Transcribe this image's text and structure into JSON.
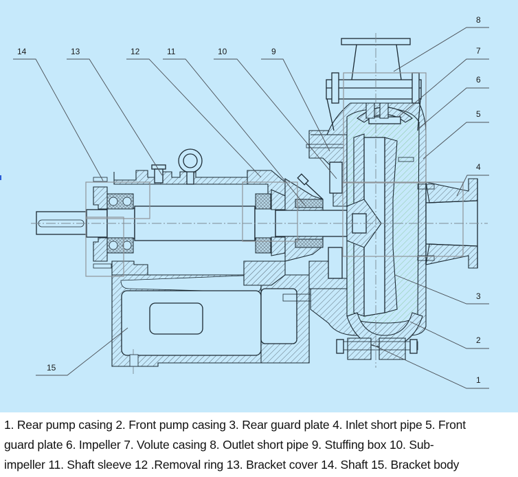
{
  "figure": {
    "type": "slurry pump cross-section drawing",
    "background_color": "#c6e9fb",
    "line_color": "#1c2a33",
    "callouts": [
      {
        "number": "1",
        "part": "Rear pump casing"
      },
      {
        "number": "2",
        "part": "Front pump casing"
      },
      {
        "number": "3",
        "part": "Rear guard plate"
      },
      {
        "number": "4",
        "part": "Inlet short pipe"
      },
      {
        "number": "5",
        "part": "Front guard plate"
      },
      {
        "number": "6",
        "part": "Impeller"
      },
      {
        "number": "7",
        "part": "Volute casing"
      },
      {
        "number": "8",
        "part": "Outlet short pipe"
      },
      {
        "number": "9",
        "part": "Stuffing box"
      },
      {
        "number": "10",
        "part": "Sub-impeller"
      },
      {
        "number": "11",
        "part": "Shaft sleeve"
      },
      {
        "number": "12",
        "part": "Removal ring"
      },
      {
        "number": "13",
        "part": "Bracket cover"
      },
      {
        "number": "14",
        "part": "Shaft"
      },
      {
        "number": "15",
        "part": "Bracket body"
      }
    ]
  },
  "caption": {
    "lines": [
      "1. Rear pump casing 2. Front pump casing 3. Rear guard plate 4. Inlet short pipe 5. Front",
      "guard plate 6. Impeller 7. Volute casing 8. Outlet short pipe 9. Stuffing box 10. Sub-",
      "impeller 11. Shaft sleeve 12 .Removal ring 13. Bracket cover 14. Shaft 15. Bracket body"
    ]
  }
}
